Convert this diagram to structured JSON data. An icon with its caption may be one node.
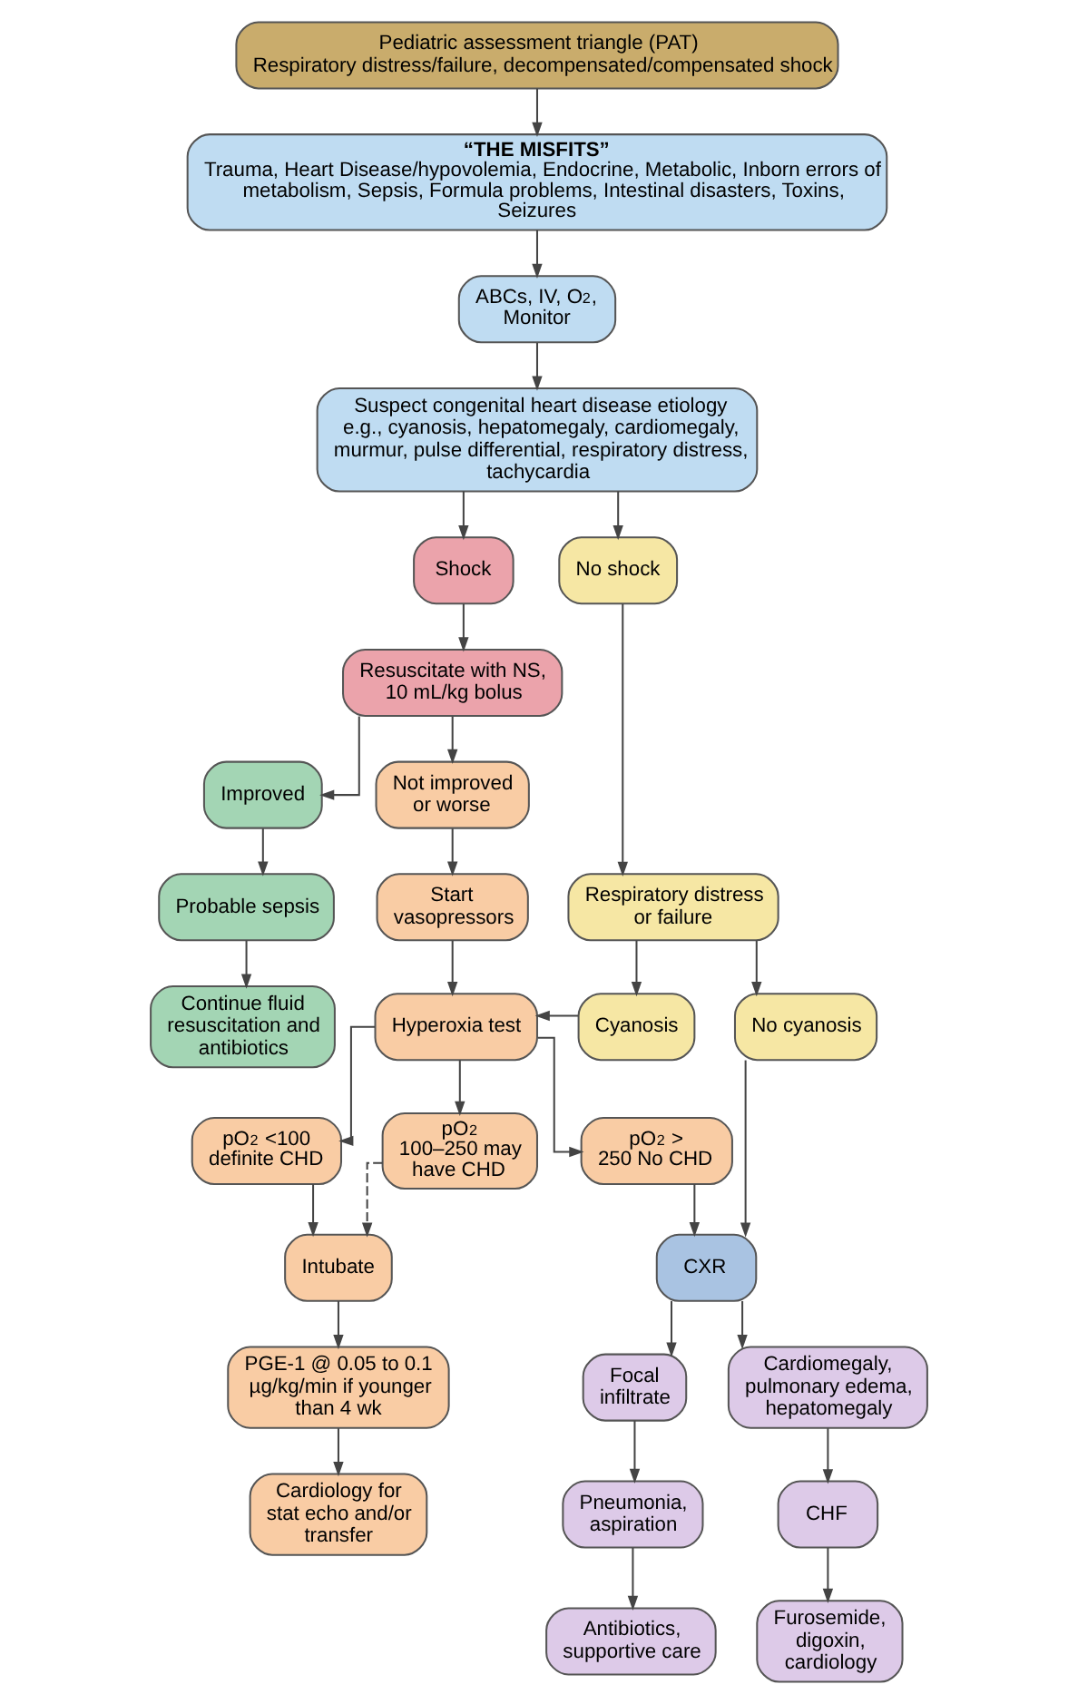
{
  "diagram": {
    "nodes": [
      {
        "text": [
          "Pediatric assessment triangle (PAT)",
          "Respiratory distress/failure, decompensated/compensated shock"
        ]
      },
      {
        "text": [
          "“THE MISFITS”",
          "Trauma, Heart Disease/hypovolemia, Endocrine, Metabolic, Inborn errors of metabolism, Sepsis, Formula problems, Intestinal disasters, Toxins, Seizures"
        ]
      },
      {
        "text": [
          "ABCs, IV, O$_{2}$, Monitor"
        ]
      },
      {
        "text": [
          "Suspect congenital heart disease etiology",
          "e.g., cyanosis, hepatomegaly, cardiomegaly, murmur, pulse differential, respiratory distress, tachycardia"
        ]
      },
      {
        "text": [
          "Shock"
        ]
      },
      {
        "text": [
          "No shock"
        ]
      },
      {
        "text": [
          "Resuscitate with NS, 10 mL/kg bolus"
        ]
      },
      {
        "text": [
          "Improved"
        ]
      },
      {
        "text": [
          "Not improved or worse"
        ]
      },
      {
        "text": [
          "Respiratory distress or failure"
        ]
      },
      {
        "text": [
          "Start vasopressors"
        ]
      },
      {
        "text": [
          "Probable sepsis"
        ]
      },
      {
        "text": [
          "Hyperoxia test"
        ]
      },
      {
        "text": [
          "Cyanosis"
        ]
      },
      {
        "text": [
          "No cyanosis"
        ]
      },
      {
        "text": [
          "Continue fluid resuscitation and antibiotics"
        ]
      },
      {
        "text": [
          "pO$_{2}$ <100 definite CHD"
        ]
      },
      {
        "text": [
          "pO$_{2}$ 100–250 may have CHD"
        ]
      },
      {
        "text": [
          "pO$_{2}$ > 250 No CHD"
        ]
      },
      {
        "text": [
          "Intubate"
        ]
      },
      {
        "text": [
          "CXR"
        ]
      },
      {
        "text": [
          "PGE-1 @ 0.05 to 0.1 µg/kg/min if younger than 4 wk"
        ]
      },
      {
        "text": [
          "Focal infiltrate"
        ]
      },
      {
        "text": [
          "Cardiomegaly, pulmonary edema, hepatomegaly"
        ]
      },
      {
        "text": [
          "Cardiology for stat echo and/or transfer"
        ]
      },
      {
        "text": [
          "Pneumonia, aspiration"
        ]
      },
      {
        "text": [
          "CHF"
        ]
      },
      {
        "text": [
          "Antibiotics, supportive care"
        ]
      },
      {
        "text": [
          "Furosemide, digoxin, cardiology"
        ]
      }
    ],
    "edges": [
      {
        "from": 0,
        "to": 1,
        "arrow": "to"
      },
      {
        "from": 1,
        "to": 2,
        "arrow": "to"
      },
      {
        "from": 2,
        "to": 3,
        "arrow": "to"
      },
      {
        "from": 3,
        "to": 4,
        "arrow": "to"
      },
      {
        "from": 3,
        "to": 5,
        "arrow": "to"
      },
      {
        "from": 4,
        "to": 6,
        "arrow": "to"
      },
      {
        "from": 6,
        "to": 7,
        "arrow": "to"
      },
      {
        "from": 6,
        "to": 8,
        "arrow": "to"
      },
      {
        "from": 5,
        "to": 9,
        "arrow": "to"
      },
      {
        "from": 8,
        "to": 10,
        "arrow": "to"
      },
      {
        "from": 7,
        "to": 11,
        "arrow": "to"
      },
      {
        "from": 10,
        "to": 12,
        "arrow": "to"
      },
      {
        "from": 9,
        "to": 13,
        "arrow": "to"
      },
      {
        "from": 9,
        "to": 14,
        "arrow": "to"
      },
      {
        "from": 13,
        "to": 12,
        "arrow": "to"
      },
      {
        "from": 11,
        "to": 15,
        "arrow": "to"
      },
      {
        "from": 12,
        "to": 16,
        "arrow": "to"
      },
      {
        "from": 12,
        "to": 17,
        "arrow": "to"
      },
      {
        "from": 12,
        "to": 18,
        "arrow": "to"
      },
      {
        "from": 16,
        "to": 19,
        "arrow": "to"
      },
      {
        "from": 17,
        "to": 19,
        "arrow": "to",
        "style": "dashed"
      },
      {
        "from": 18,
        "to": 20,
        "arrow": "to"
      },
      {
        "from": 14,
        "to": 20,
        "arrow": "to"
      },
      {
        "from": 19,
        "to": 21,
        "arrow": "to"
      },
      {
        "from": 20,
        "to": 22,
        "arrow": "to"
      },
      {
        "from": 20,
        "to": 23,
        "arrow": "to"
      },
      {
        "from": 21,
        "to": 24,
        "arrow": "to"
      },
      {
        "from": 22,
        "to": 25,
        "arrow": "to"
      },
      {
        "from": 23,
        "to": 26,
        "arrow": "to"
      },
      {
        "from": 25,
        "to": 27,
        "arrow": "to"
      },
      {
        "from": 26,
        "to": 28,
        "arrow": "to"
      }
    ]
  }
}
